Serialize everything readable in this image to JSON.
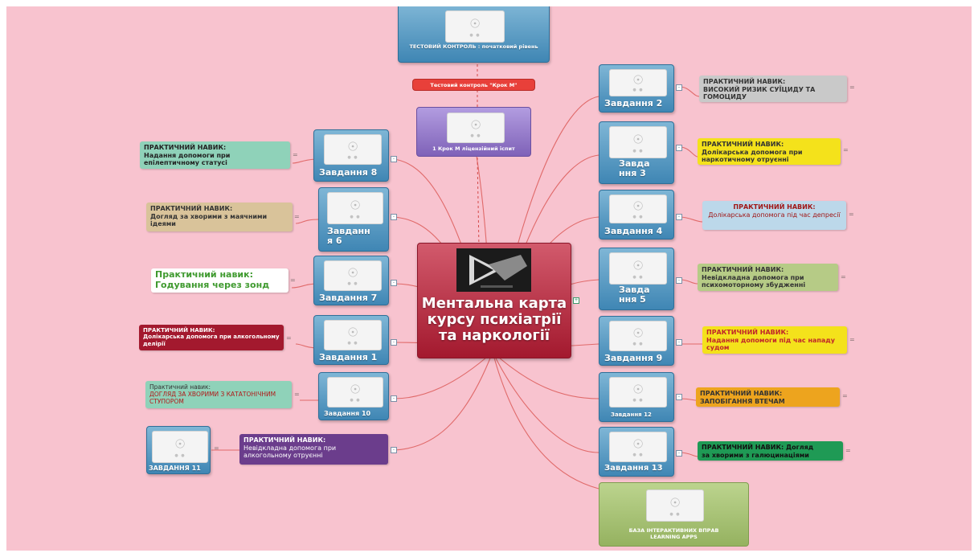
{
  "center": {
    "title": "Ментальна карта курсу психіатрії та наркології",
    "image_icon": "play-video-icon"
  },
  "top": {
    "test_control": "ТЕСТОВИЙ КОНТРОЛЬ : початковий рівень",
    "krok_m_label": "Тестовий контроль \"Крок М\"",
    "krok_exam": "1 Крок М ліцензійний іспит"
  },
  "tasks": {
    "t2": "Завдання 2",
    "t3": "Завда\nння 3",
    "t4": "Завдання 4",
    "t5": "Завда\nння 5",
    "t9": "Завдання 9",
    "t12": "Завдання 12",
    "t13": "Завдання 13",
    "t8": "Завдання 8",
    "t6": "Завданн\nя 6",
    "t7": "Завдання 7",
    "t1": "Завдання 1",
    "t10": "Завдання 10",
    "t11": "ЗАВДАННЯ 11"
  },
  "skills": {
    "s2": {
      "title": "ПРАКТИЧНИЙ НАВИК:",
      "body": "ВИСОКИЙ РИЗИК СУЇЦИДУ ТА ГОМОЦИДУ",
      "bg": "#c9c9c9",
      "color": "#333333"
    },
    "s3": {
      "title": "ПРАКТИЧНИЙ НАВИК:",
      "body": "Долікарська допомога при наркотичному отруєнні",
      "bg": "#f4e21b",
      "color": "#333333"
    },
    "s4": {
      "title": "ПРАКТИЧНИЙ НАВИК:",
      "body": "Долікарська допомога під час депресії",
      "bg": "#bcd8ea",
      "color": "#a01616"
    },
    "s5": {
      "title": "ПРАКТИЧНИЙ НАВИК:",
      "body": "Невідкладна допомога при психомоторному збудженні",
      "bg": "#b6cb86",
      "color": "#333333"
    },
    "s9": {
      "title": "ПРАКТИЧНИЙ НАВИК:",
      "body": "Надання допомоги під час нападу судом",
      "bg": "#f4e21b",
      "color": "#c0262a"
    },
    "s12": {
      "title": "ПРАКТИЧНИЙ НАВИК:",
      "body": "ЗАПОБІГАННЯ ВТЕЧАМ",
      "bg": "#eda41e",
      "color": "#333333"
    },
    "s13": {
      "title": "ПРАКТИЧНИЙ НАВИК: Догляд",
      "body": "за хворими з галюцинаціями",
      "bg": "#1f9a55",
      "color": "#111111"
    },
    "s8": {
      "title": "ПРАКТИЧНИЙ НАВИК:",
      "body": "Надання допомоги при епілептичному статусі",
      "bg": "#8fd2b9",
      "color": "#222222"
    },
    "s6": {
      "title": "ПРАКТИЧНИЙ НАВИК:",
      "body": "Догляд за хворими з маячними ідеями",
      "bg": "#d9c39a",
      "color": "#333333"
    },
    "s7": {
      "title": "Практичний навик:",
      "body": "Годування через зонд",
      "bg": "#ffffff",
      "color": "#3f9a2f"
    },
    "s1": {
      "title": "ПРАКТИЧНИЙ НАВИК:",
      "body": "Долікарська допомога при алкогольному делірії",
      "bg": "#a3192e",
      "color": "#ffffff"
    },
    "s10": {
      "title": "Практичний навик:",
      "body": "ДОГЛЯД ЗА ХВОРИМИ З КАТАТОНІЧНИМ СТУПОРОМ",
      "bg": "#8fd2b9",
      "color": "#b01919"
    },
    "s11": {
      "title": "ПРАКТИЧНИЙ НАВИК:",
      "body": "Невідкладна допомога при алкогольному отруєнні",
      "bg": "#6b3d8c",
      "color": "#ffffff"
    }
  },
  "bottom": {
    "apps": "БАЗА ІНТЕРАКТИВНИХ ВПРАВ LEARNING APPS"
  },
  "colors": {
    "background": "#f8c3cf",
    "link": "#e06a6a",
    "task_node": "#4f92bf",
    "center_node": "#a3192e"
  }
}
